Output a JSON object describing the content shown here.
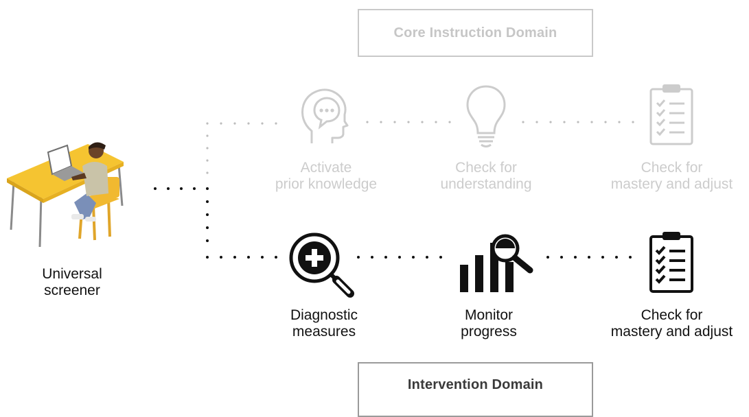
{
  "domains": {
    "core": "Core Instruction Domain",
    "intervention": "Intervention Domain"
  },
  "start": {
    "line1": "Universal",
    "line2": "screener"
  },
  "core_steps": [
    {
      "line1": "Activate",
      "line2": "prior knowledge",
      "icon": "head-speech-bubble-icon"
    },
    {
      "line1": "Check for",
      "line2": "understanding",
      "icon": "lightbulb-icon"
    },
    {
      "line1": "Check for",
      "line2": "mastery and adjust",
      "icon": "checklist-clipboard-icon"
    }
  ],
  "intervention_steps": [
    {
      "line1": "Diagnostic",
      "line2": "measures",
      "icon": "magnifier-plus-icon"
    },
    {
      "line1": "Monitor",
      "line2": "progress",
      "icon": "bar-chart-magnifier-icon"
    },
    {
      "line1": "Check for",
      "line2": "mastery and adjust",
      "icon": "checklist-clipboard-icon"
    }
  ],
  "colors": {
    "faded": "#cccccc",
    "dark": "#111111",
    "desk": "#f5c431",
    "chair": "#e0a52a"
  }
}
